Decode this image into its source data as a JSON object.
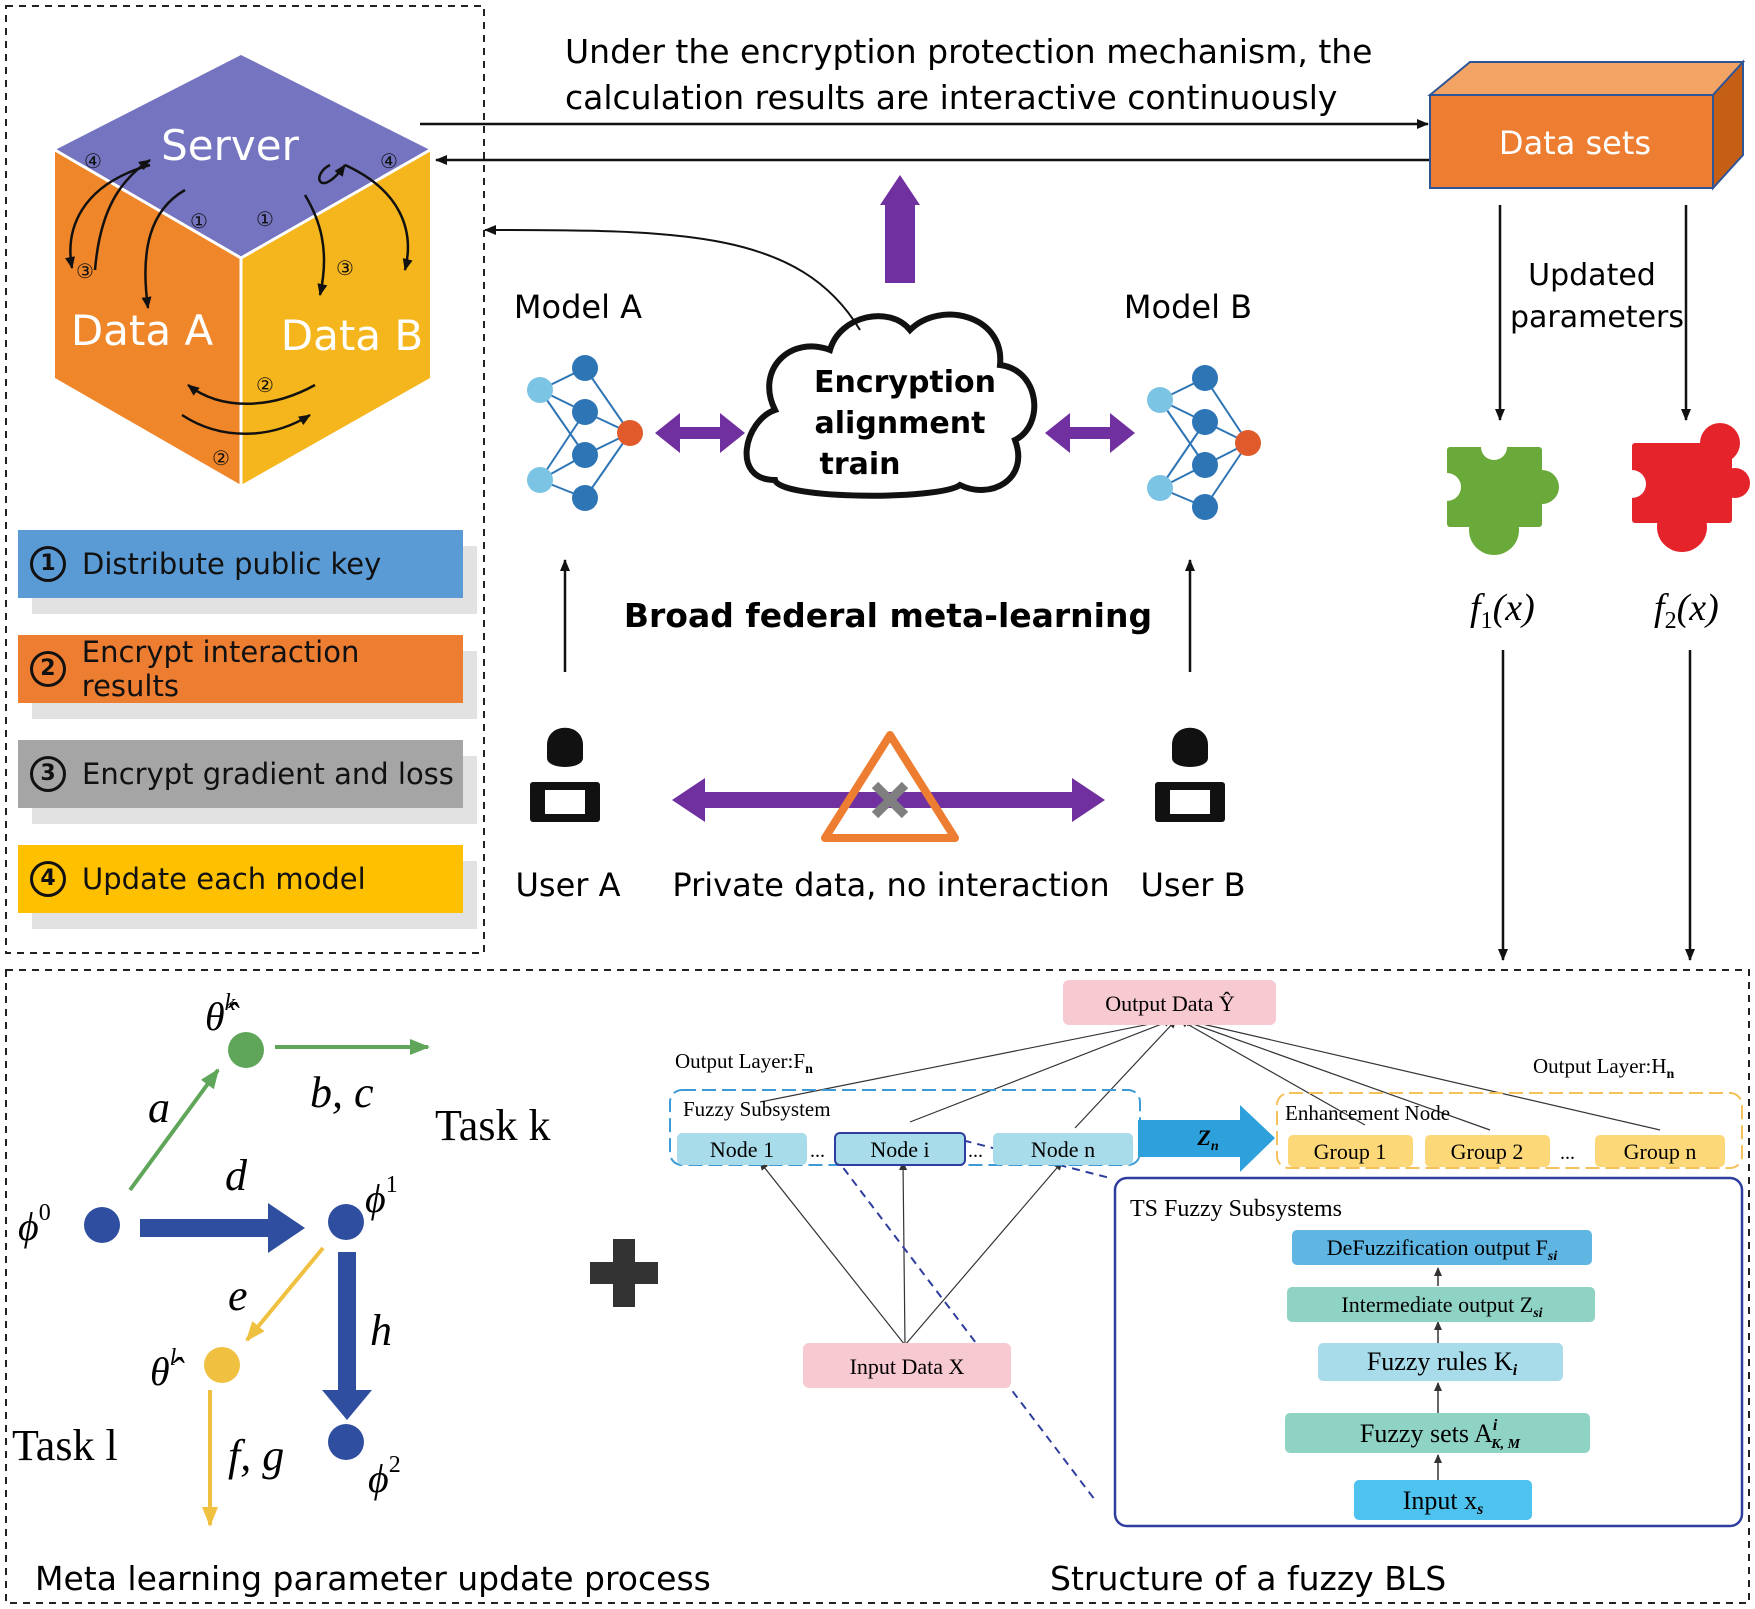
{
  "top_section": {
    "cube": {
      "server_label": "Server",
      "data_a_label": "Data A",
      "data_b_label": "Data B",
      "step_marks": [
        "①",
        "②",
        "③",
        "④"
      ]
    },
    "legend": [
      {
        "num": "1",
        "text": "Distribute public key",
        "color": "#5b9bd5"
      },
      {
        "num": "2",
        "text": "Encrypt interaction results",
        "color": "#ed7d31"
      },
      {
        "num": "3",
        "text": "Encrypt gradient and loss",
        "color": "#a5a5a5"
      },
      {
        "num": "4",
        "text": "Update each model",
        "color": "#ffc000"
      }
    ],
    "header_line1": "Under the encryption protection mechanism, the",
    "header_line2": "calculation results are interactive continuously",
    "datasets_label": "Data sets",
    "updated_params_line1": "Updated",
    "updated_params_line2": "parameters",
    "f1": "f",
    "f1_sub": "1",
    "f2": "f",
    "f2_sub": "2",
    "f_arg": "(x)",
    "model_a": "Model A",
    "model_b": "Model B",
    "cloud_lines": [
      "Encryption",
      "alignment",
      "train"
    ],
    "center_title": "Broad federal meta-learning",
    "user_a": "User A",
    "user_b": "User B",
    "private_data": "Private data, no interaction"
  },
  "meta_learning": {
    "title": "Meta learning parameter update process",
    "task_k": "Task  k",
    "task_l": "Task  l",
    "edge_labels": {
      "a": "a",
      "bc": "b, c",
      "d": "d",
      "e": "e",
      "h": "h",
      "fg": "f, g"
    },
    "nodes": {
      "phi0": "ϕ",
      "phi0_sup": "0",
      "phi1": "ϕ",
      "phi1_sup": "1",
      "phi2": "ϕ",
      "phi2_sup": "2",
      "theta_k": "θ̂",
      "theta_k_sup": "k",
      "theta_l": "θ̂",
      "theta_l_sup": "l"
    }
  },
  "fuzzy_bls": {
    "title": "Structure of a fuzzy BLS",
    "output_data": "Output Data Ŷ",
    "output_layer_f": "Output Layer:F",
    "output_layer_h": "Output Layer:H",
    "output_layer_sub": "n",
    "fuzzy_subsystem": "Fuzzy Subsystem",
    "nodes": [
      "Node  1",
      "Node  i",
      "Node  n"
    ],
    "ellipsis": "...",
    "zn": "Z",
    "zn_sub": "n",
    "enhancement_node": "Enhancement Node",
    "groups": [
      "Group  1",
      "Group  2",
      "Group  n"
    ],
    "input_data": "Input Data X",
    "ts_title": "TS Fuzzy Subsystems",
    "ts_stack": [
      {
        "text": "DeFuzzification output F",
        "sub": "si",
        "color": "#5fb6e3"
      },
      {
        "text": "Intermediate output Z",
        "sub": "si",
        "color": "#8fd3c4"
      },
      {
        "text": "Fuzzy rules K",
        "sub": "i",
        "color": "#a9dcea"
      },
      {
        "text": "Fuzzy sets A",
        "sub": "K, M",
        "sup": "i",
        "color": "#8fd3c4"
      },
      {
        "text": "Input x",
        "sub": "s",
        "color": "#4fc3f0"
      }
    ]
  },
  "colors": {
    "purple_arrow": "#7030a0",
    "server_top": "#7474c0",
    "data_a_face": "#f0862a",
    "data_b_face": "#f5b51d",
    "datasets_box": "#ed7d31",
    "green_puzzle": "#6aaa3a",
    "red_puzzle": "#e5232a",
    "meta_blue": "#2f4ea0",
    "meta_green": "#5fa65a",
    "meta_yellow": "#f0c040",
    "node_pink": "#f7c9d1",
    "node_blue": "#a9dcea",
    "group_yellow": "#fcd879"
  }
}
